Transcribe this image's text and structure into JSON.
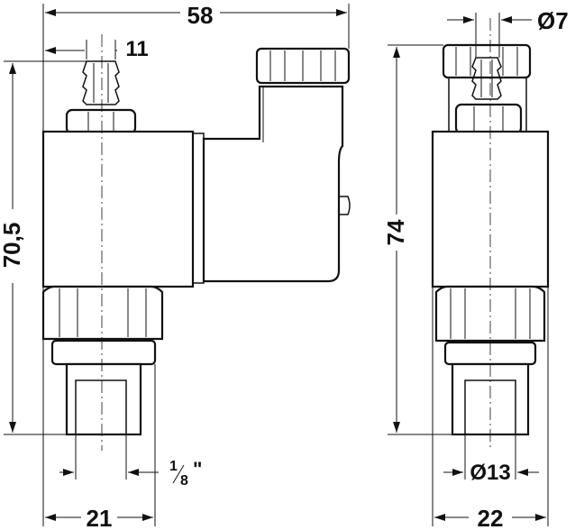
{
  "drawing": {
    "dimensions": {
      "overall_width": "58",
      "barb_width": "11",
      "cable_dia": "Ø7",
      "height_side": "70,5",
      "height_front": "74",
      "thread_num": "1",
      "thread_den": "8",
      "thread_suffix": "\"",
      "port_dia": "Ø13",
      "body_side": "21",
      "body_front": "22"
    },
    "colors": {
      "line": "#111111",
      "background": "#ffffff"
    }
  }
}
